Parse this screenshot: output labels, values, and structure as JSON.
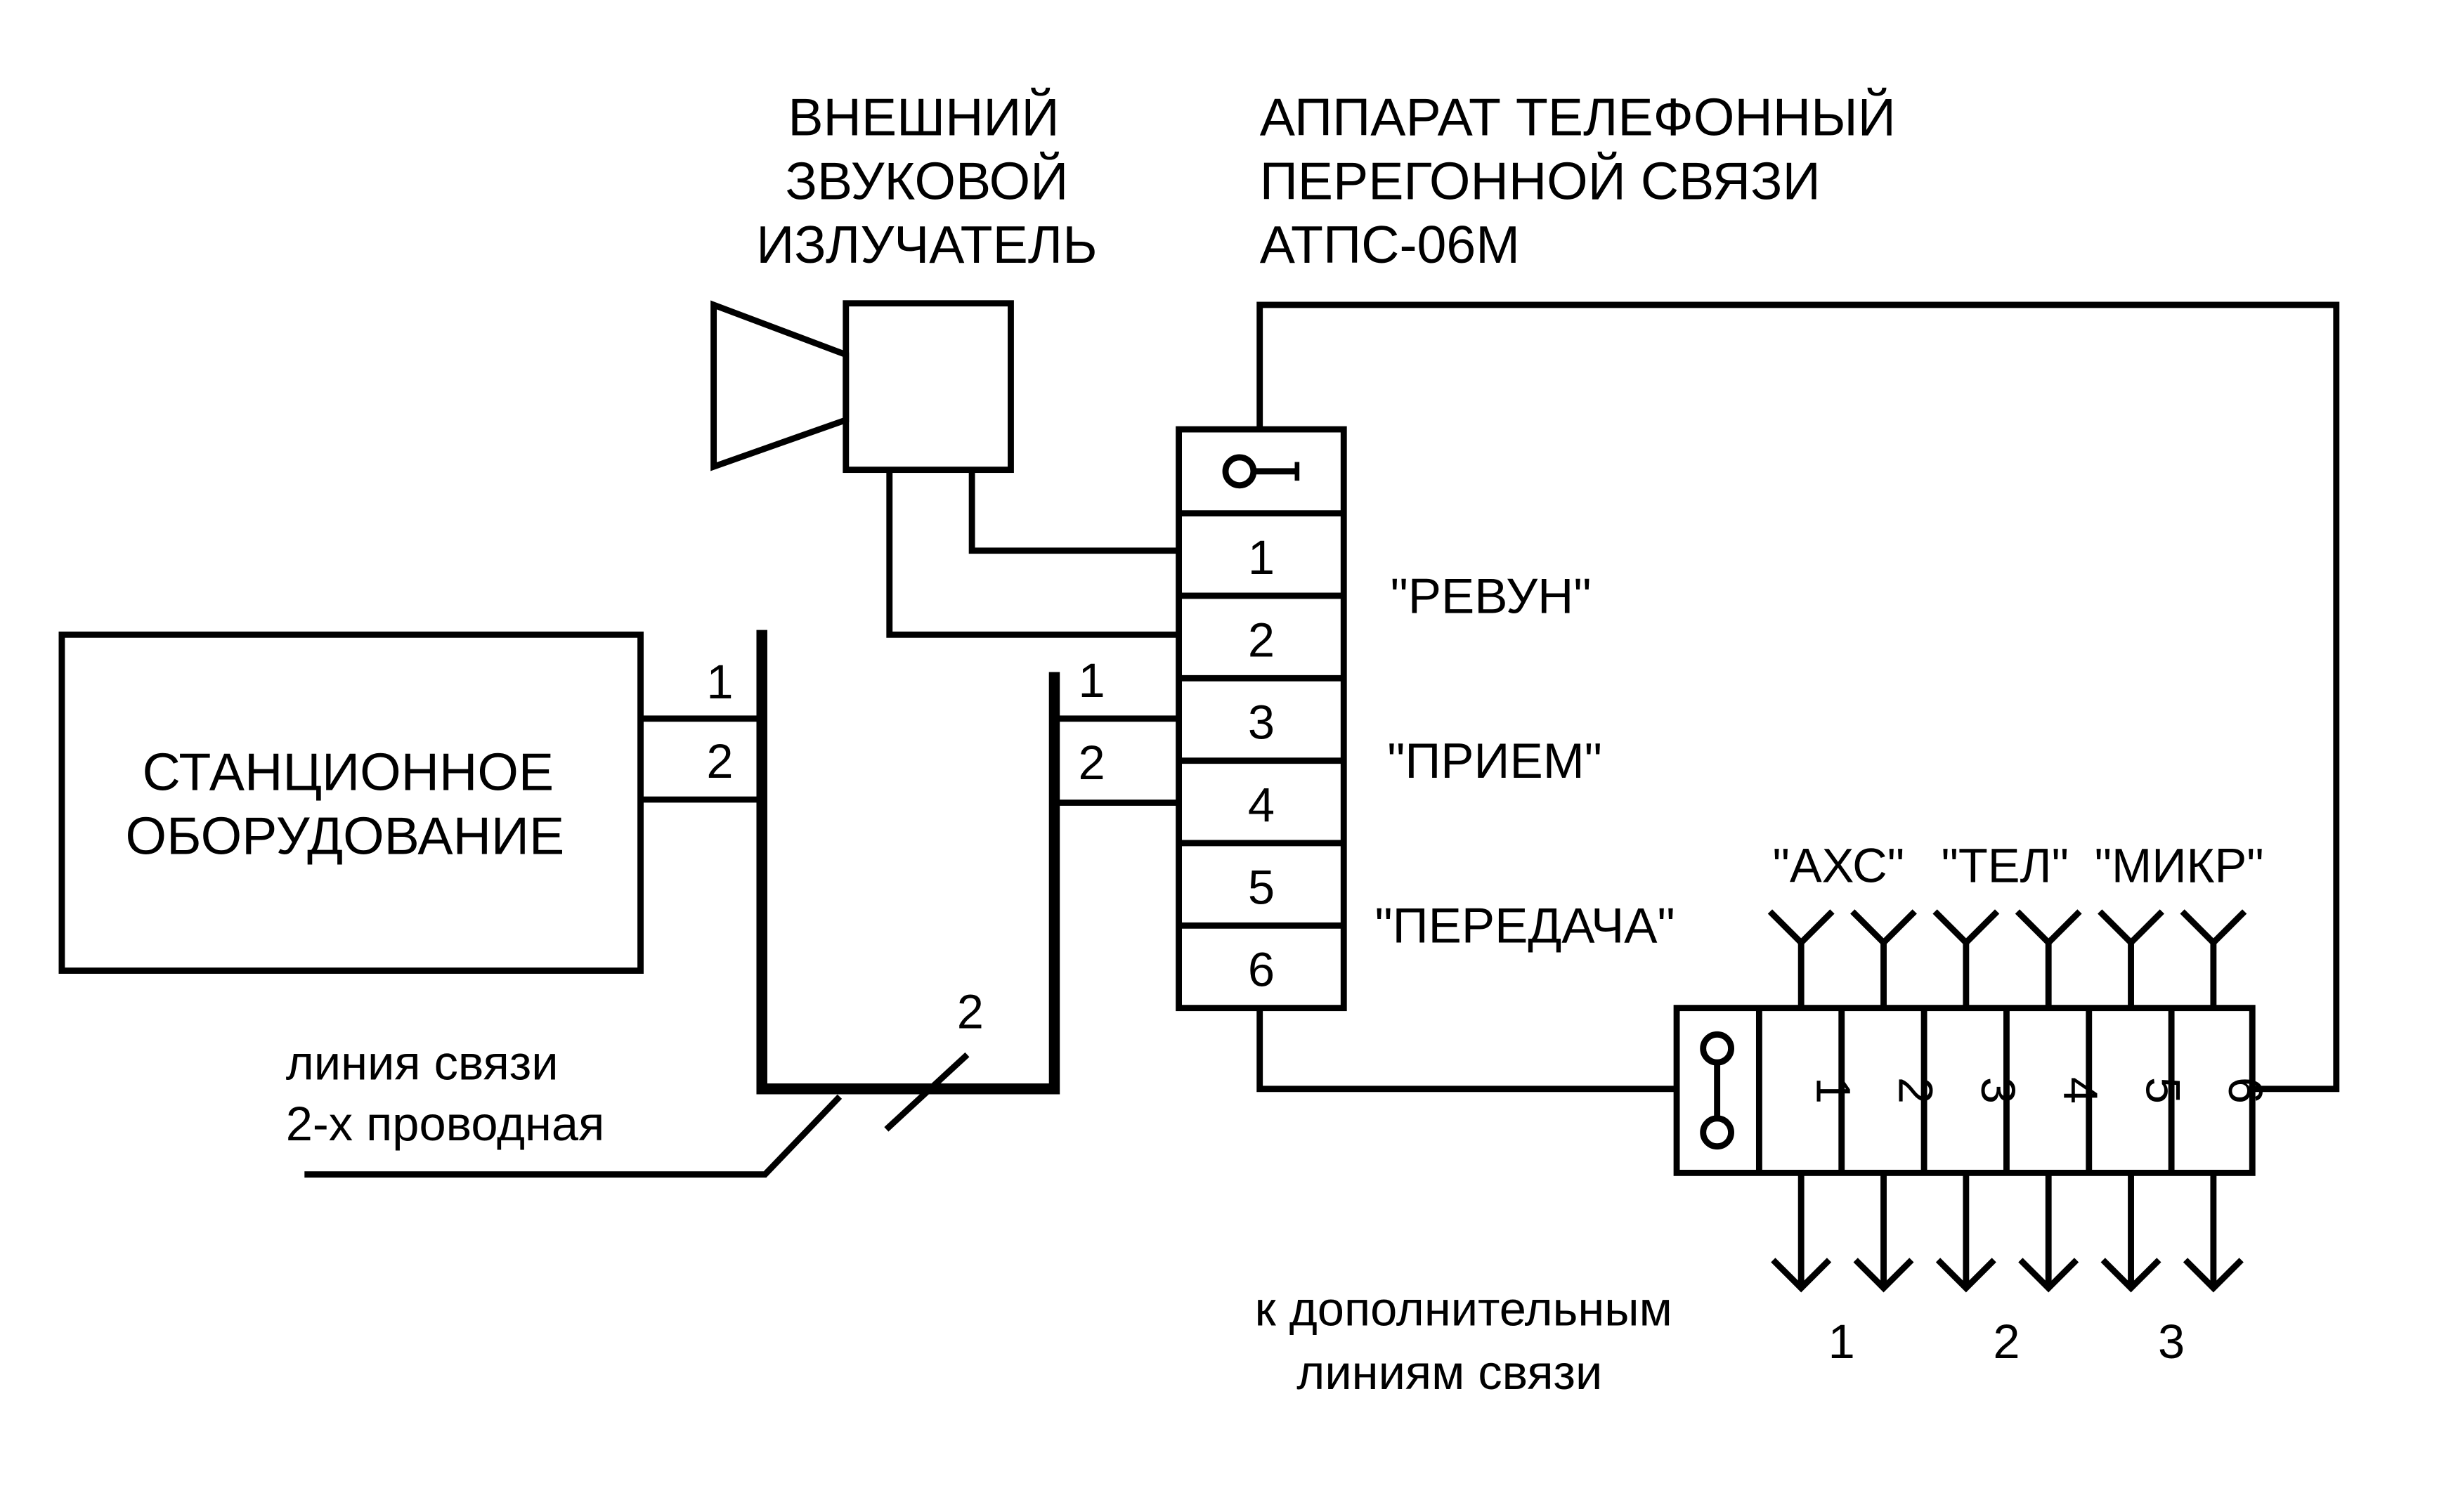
{
  "station_equipment": {
    "line1": "СТАНЦИОННОЕ",
    "line2": "ОБОРУДОВАНИЕ"
  },
  "station_wire_labels": [
    "1",
    "2"
  ],
  "loudspeaker_label": [
    "ВНЕШНИЙ",
    "ЗВУКОВОЙ",
    "ИЗЛУЧАТЕЛЬ"
  ],
  "apparatus_label": [
    "АППАРАТ ТЕЛЕФОННЫЙ",
    "ПЕРЕГОННОЙ СВЯЗИ",
    "АТПС-06М"
  ],
  "apparatus_wire_labels": [
    "1",
    "2"
  ],
  "main_terminals": [
    "1",
    "2",
    "3",
    "4",
    "5",
    "6"
  ],
  "terminal_pair_labels": [
    "\"РЕВУН\"",
    "\"ПРИЕМ\"",
    "\"ПЕРЕДАЧА\""
  ],
  "cable_label": "2",
  "line_label": [
    "линия связи",
    "2-х проводная"
  ],
  "connector_top_labels": [
    "\"АХС\"",
    "\"ТЕЛ\"",
    "\"МИКР\""
  ],
  "bottom_terminals": [
    "1",
    "2",
    "3",
    "4",
    "5",
    "6"
  ],
  "additional_lines_label": [
    "к дополнительным",
    "линиям связи"
  ],
  "additional_line_numbers": [
    "1",
    "2",
    "3"
  ]
}
